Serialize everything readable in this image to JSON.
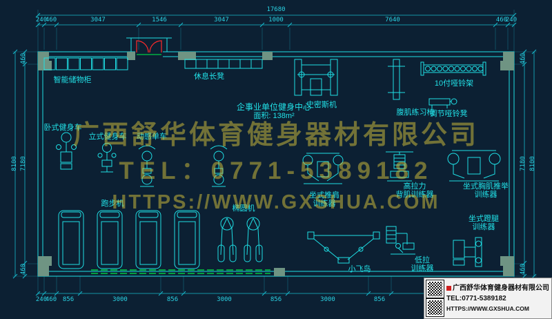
{
  "colors": {
    "background": "#0c2033",
    "line_cyan": "#1fe0e6",
    "dimension_cyan": "#17b9cc",
    "column_green": "#6f9483",
    "window_green": "#00cc44",
    "door_red": "#ff2a2a",
    "watermark_yellow": "#d7c43c"
  },
  "dims": {
    "top_total": "17680",
    "top_chain": [
      "240",
      "460",
      "3047",
      "1546",
      "3047",
      "1000",
      "7640",
      "460",
      "240"
    ],
    "bottom_chain": [
      "240",
      "460",
      "856",
      "3000",
      "856",
      "3000",
      "856",
      "3000",
      "856"
    ],
    "left_outer": "8100",
    "left_chain": [
      "460",
      "7180",
      "460"
    ],
    "right_outer": "8100",
    "right_chain": [
      "460",
      "7180",
      "460"
    ]
  },
  "plan": {
    "title": "企事业单位健身中心",
    "area": "面积: 138m²"
  },
  "equipment": {
    "locker": "智能储物柜",
    "rest_bench": "休息长凳",
    "smith": "史密斯机",
    "ab_chair": "腹肌练习椅",
    "dumbbell_rack": "10付哑铃架",
    "adj_bench": "调节哑铃凳",
    "recumbent_bike": "卧式健身车",
    "upright_bike": "立式健身车",
    "spin_bike": "动感单车",
    "treadmill": "跑步机",
    "elliptical": "椭圆机",
    "shoulder_press_l1": "坐式推肩",
    "shoulder_press_l2": "训练器",
    "lat_pulldown_l1": "高拉力",
    "lat_pulldown_l2": "背肌训练器",
    "chest_press_l1": "坐式胸肌推举",
    "chest_press_l2": "训练器",
    "leg_press_l1": "坐式蹬腿",
    "leg_press_l2": "训练器",
    "fly": "小飞鸟",
    "low_row_l1": "低拉",
    "low_row_l2": "训练器"
  },
  "watermark": {
    "company": "广西舒华体育健身器材有限公司",
    "tel": "TEL：0771-5389182",
    "web": "HTTPS://WWW.GXSHUA.COM"
  },
  "infobox": {
    "company": "广西舒华体育健身器材有限公司",
    "tel": "TEL:0771-5389182",
    "web": "HTTPS://WWW.GXSHUA.COM"
  }
}
